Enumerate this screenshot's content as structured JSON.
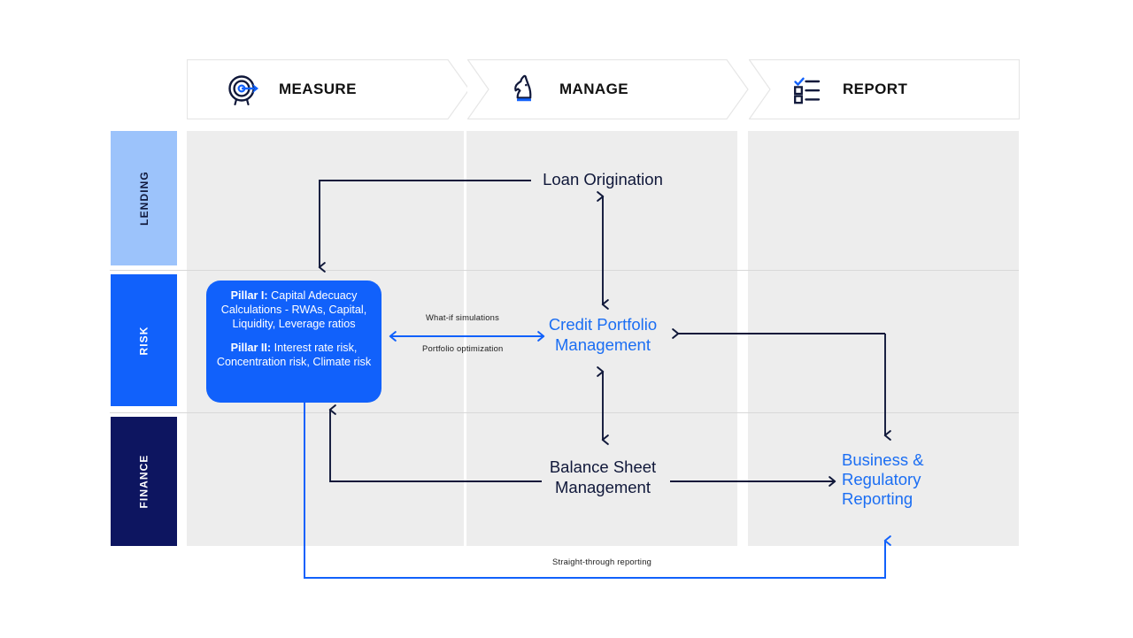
{
  "phases": [
    {
      "id": "measure",
      "label": "MEASURE",
      "icon": "target-icon"
    },
    {
      "id": "manage",
      "label": "MANAGE",
      "icon": "chess-knight-icon"
    },
    {
      "id": "report",
      "label": "REPORT",
      "icon": "checklist-icon"
    }
  ],
  "lanes": [
    {
      "id": "lending",
      "label": "LENDING",
      "fill": "#9cc3fb",
      "text_color": "#10183a"
    },
    {
      "id": "risk",
      "label": "RISK",
      "fill": "#1161fb",
      "text_color": "#ffffff"
    },
    {
      "id": "finance",
      "label": "FINANCE",
      "fill": "#0d1560",
      "text_color": "#ffffff"
    }
  ],
  "pillar_card": {
    "pillar1_title": "Pillar I:",
    "pillar1_text": " Capital Adecuacy Calculations - RWAs, Capital, Liquidity, Leverage ratios",
    "pillar2_title": "Pillar II:",
    "pillar2_text": " Interest rate risk, Concentration risk, Climate risk",
    "fill": "#1161fb"
  },
  "nodes": {
    "loan_origination": "Loan Origination",
    "credit_portfolio_management": "Credit Portfolio\nManagement",
    "credit_portfolio_line1": "Credit Portfolio",
    "credit_portfolio_line2": "Management",
    "balance_sheet_line1": "Balance Sheet",
    "balance_sheet_line2": "Management",
    "reporting_line1": "Business &",
    "reporting_line2": "Regulatory",
    "reporting_line3": "Reporting"
  },
  "edge_labels": {
    "what_if": "What-if simulations",
    "portfolio_optimization": "Portfolio optimization",
    "straight_through": "Straight-through  reporting"
  },
  "colors": {
    "navy": "#10183a",
    "blue": "#1161fb",
    "band_gray": "#ededed",
    "divider": "#d8d8d8",
    "banner_border": "#e6e6e6"
  }
}
